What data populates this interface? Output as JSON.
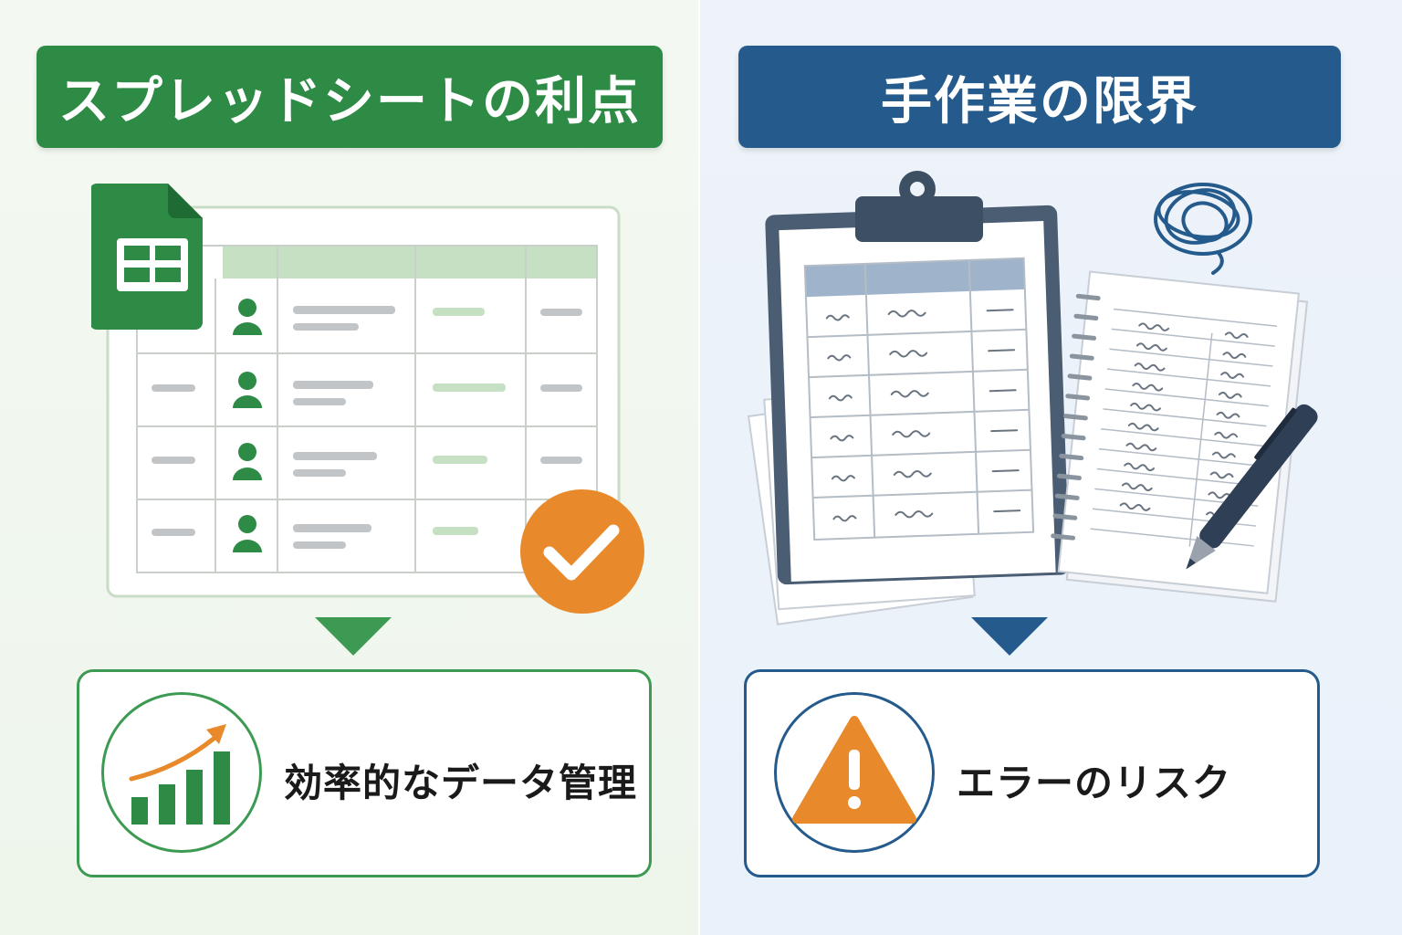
{
  "left_panel": {
    "title": "スプレッドシートの利点",
    "result_label": "効率的なデータ管理",
    "colors": {
      "accent": "#2e8b45",
      "check": "#e8892b"
    },
    "icons": [
      "sheets-icon",
      "person-icon",
      "checkmark-icon",
      "growth-chart-icon"
    ]
  },
  "right_panel": {
    "title": "手作業の限界",
    "result_label": "エラーのリスク",
    "colors": {
      "accent": "#255a8c",
      "warning": "#e8892b"
    },
    "icons": [
      "clipboard-icon",
      "notebook-icon",
      "pen-icon",
      "tangle-icon",
      "warning-icon"
    ]
  }
}
